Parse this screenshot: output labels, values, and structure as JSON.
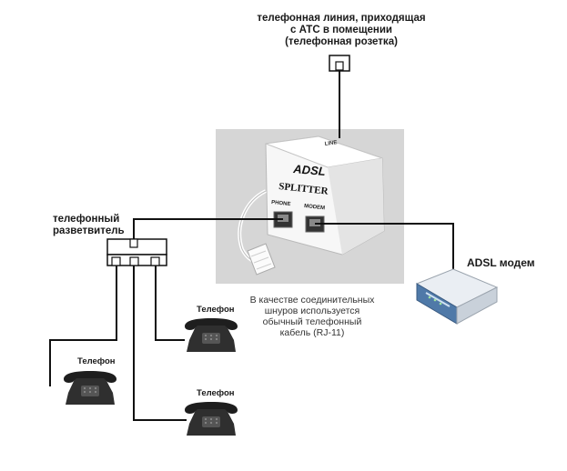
{
  "labels": {
    "phone_line": [
      "телефонная линия, приходящая",
      "с АТС в помещении",
      "(телефонная розетка)"
    ],
    "phone_splitter": [
      "телефонный",
      "разветвитель"
    ],
    "adsl_modem": "ADSL модем",
    "cable_note": [
      "В качестве соединительных",
      "шнуров используется",
      "обычный телефонный",
      "кабель (RJ-11)"
    ],
    "phone": "Телефон"
  },
  "device": {
    "line_port": "LINE",
    "brand": "ADSL",
    "model": "SPLITTER",
    "phone_port": "PHONE",
    "modem_port": "MODEM"
  },
  "colors": {
    "wire": "#111111",
    "splitter_body": "#f7f7f7",
    "photo_bg": "#d6d6d6",
    "phone_body": "#2f2f2f",
    "modem_accent": "#4f79a8"
  }
}
